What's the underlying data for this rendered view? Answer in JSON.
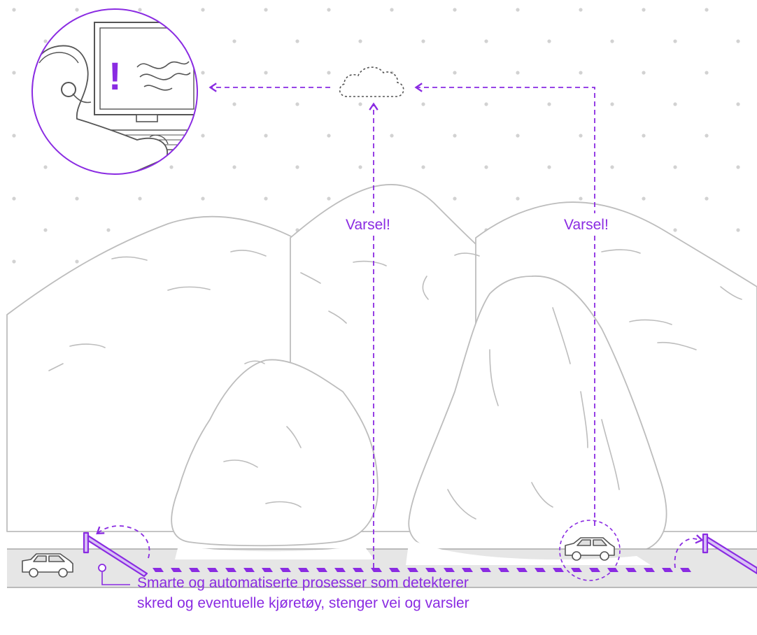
{
  "labels": {
    "alert_left": "Varsel!",
    "alert_right": "Varsel!",
    "monitor_mark": "!"
  },
  "caption": {
    "line1": "Smarte og automatiserte prosesser som detekterer",
    "line2": "skred og eventuelle kjøretøy, stenger vei og varsler"
  },
  "colors": {
    "accent": "#8a2be2",
    "mountain_line": "#bdbdbd",
    "road": "#e6e6e6",
    "dots": "#cfcfcf"
  },
  "icons": [
    "cloud-icon",
    "operator-with-headset-icon",
    "car-icon",
    "road-barrier-icon",
    "sensor-icon"
  ]
}
